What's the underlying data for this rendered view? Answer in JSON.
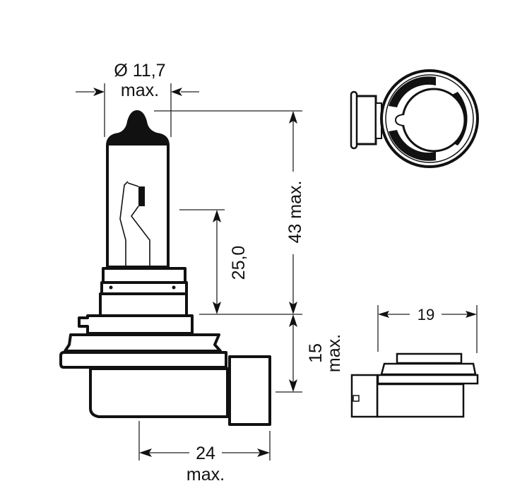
{
  "title": "H11 halogen bulb dimension drawing",
  "dimensions": {
    "diameter": {
      "value": "Ø 11,7",
      "qualifier": "max."
    },
    "overall_length": {
      "label": "43 max."
    },
    "light_center": {
      "value": "25,0"
    },
    "base_height": {
      "value": "15",
      "qualifier": "max."
    },
    "base_width": {
      "value": "24",
      "qualifier": "max."
    },
    "side_width": {
      "value": "19"
    }
  },
  "colors": {
    "line": "#111111",
    "background": "#ffffff"
  }
}
